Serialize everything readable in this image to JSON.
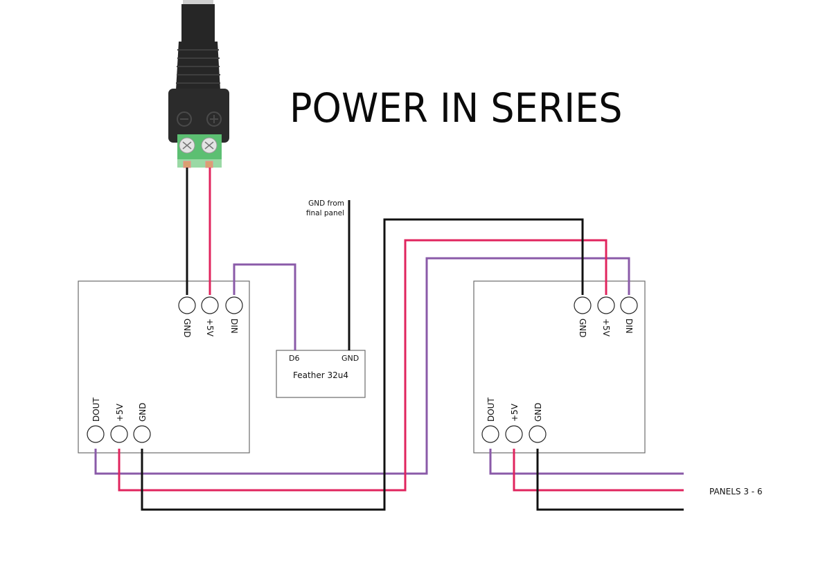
{
  "title": "POWER IN SERIES",
  "colors": {
    "ground_wire": "#111111",
    "power_wire": "#e0245e",
    "data_wire": "#8a5aa8",
    "outline": "#6b6b6b",
    "terminal_block": "#5cbf72",
    "jack_body": "#2b2b2b"
  },
  "power_jack": {
    "label": "DC barrel jack adapter",
    "minus_symbol": "−",
    "plus_symbol": "+"
  },
  "panel_1": {
    "input_pins": [
      "GND",
      "+5V",
      "DIN"
    ],
    "output_pins": [
      "DOUT",
      "+5V",
      "GND"
    ]
  },
  "panel_2": {
    "input_pins": [
      "GND",
      "+5V",
      "DIN"
    ],
    "output_pins": [
      "DOUT",
      "+5V",
      "GND"
    ]
  },
  "feather": {
    "name": "Feather 32u4",
    "pin_left": "D6",
    "pin_right": "GND"
  },
  "gnd_note": {
    "line1": "GND from",
    "line2": "final panel"
  },
  "continuation_label": "PANELS 3 - 6"
}
